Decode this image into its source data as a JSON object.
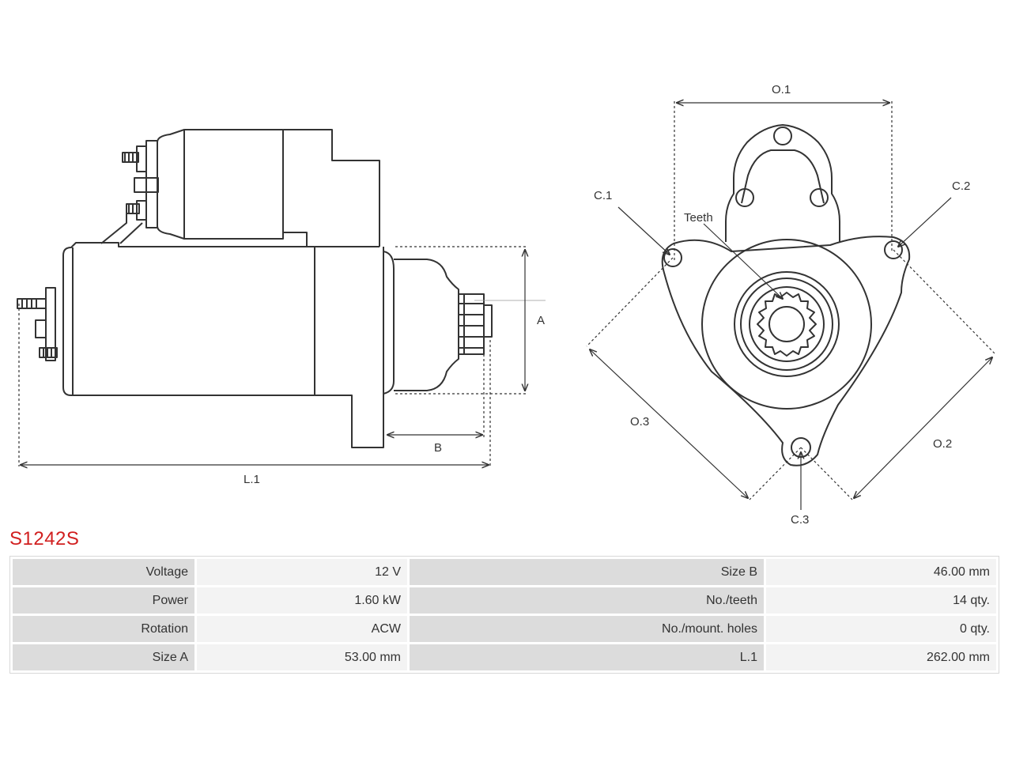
{
  "drawing": {
    "labels": {
      "o1": "O.1",
      "o2": "O.2",
      "o3": "O.3",
      "c1": "C.1",
      "c2": "C.2",
      "c3": "C.3",
      "teeth": "Teeth",
      "a": "A",
      "b": "B",
      "l1": "L.1"
    }
  },
  "part_code": "S1242S",
  "specs": {
    "rows": [
      [
        {
          "label": "Voltage",
          "value": "12 V"
        },
        {
          "label": "Size B",
          "value": "46.00 mm"
        }
      ],
      [
        {
          "label": "Power",
          "value": "1.60 kW"
        },
        {
          "label": "No./teeth",
          "value": "14 qty."
        }
      ],
      [
        {
          "label": "Rotation",
          "value": "ACW"
        },
        {
          "label": "No./mount. holes",
          "value": "0 qty."
        }
      ],
      [
        {
          "label": "Size A",
          "value": "53.00 mm"
        },
        {
          "label": "L.1",
          "value": "262.00 mm"
        }
      ]
    ]
  },
  "colors": {
    "line": "#333333",
    "part_code": "#d11f1f",
    "label_cell": "#dcdcdc",
    "value_cell": "#f3f3f3"
  }
}
